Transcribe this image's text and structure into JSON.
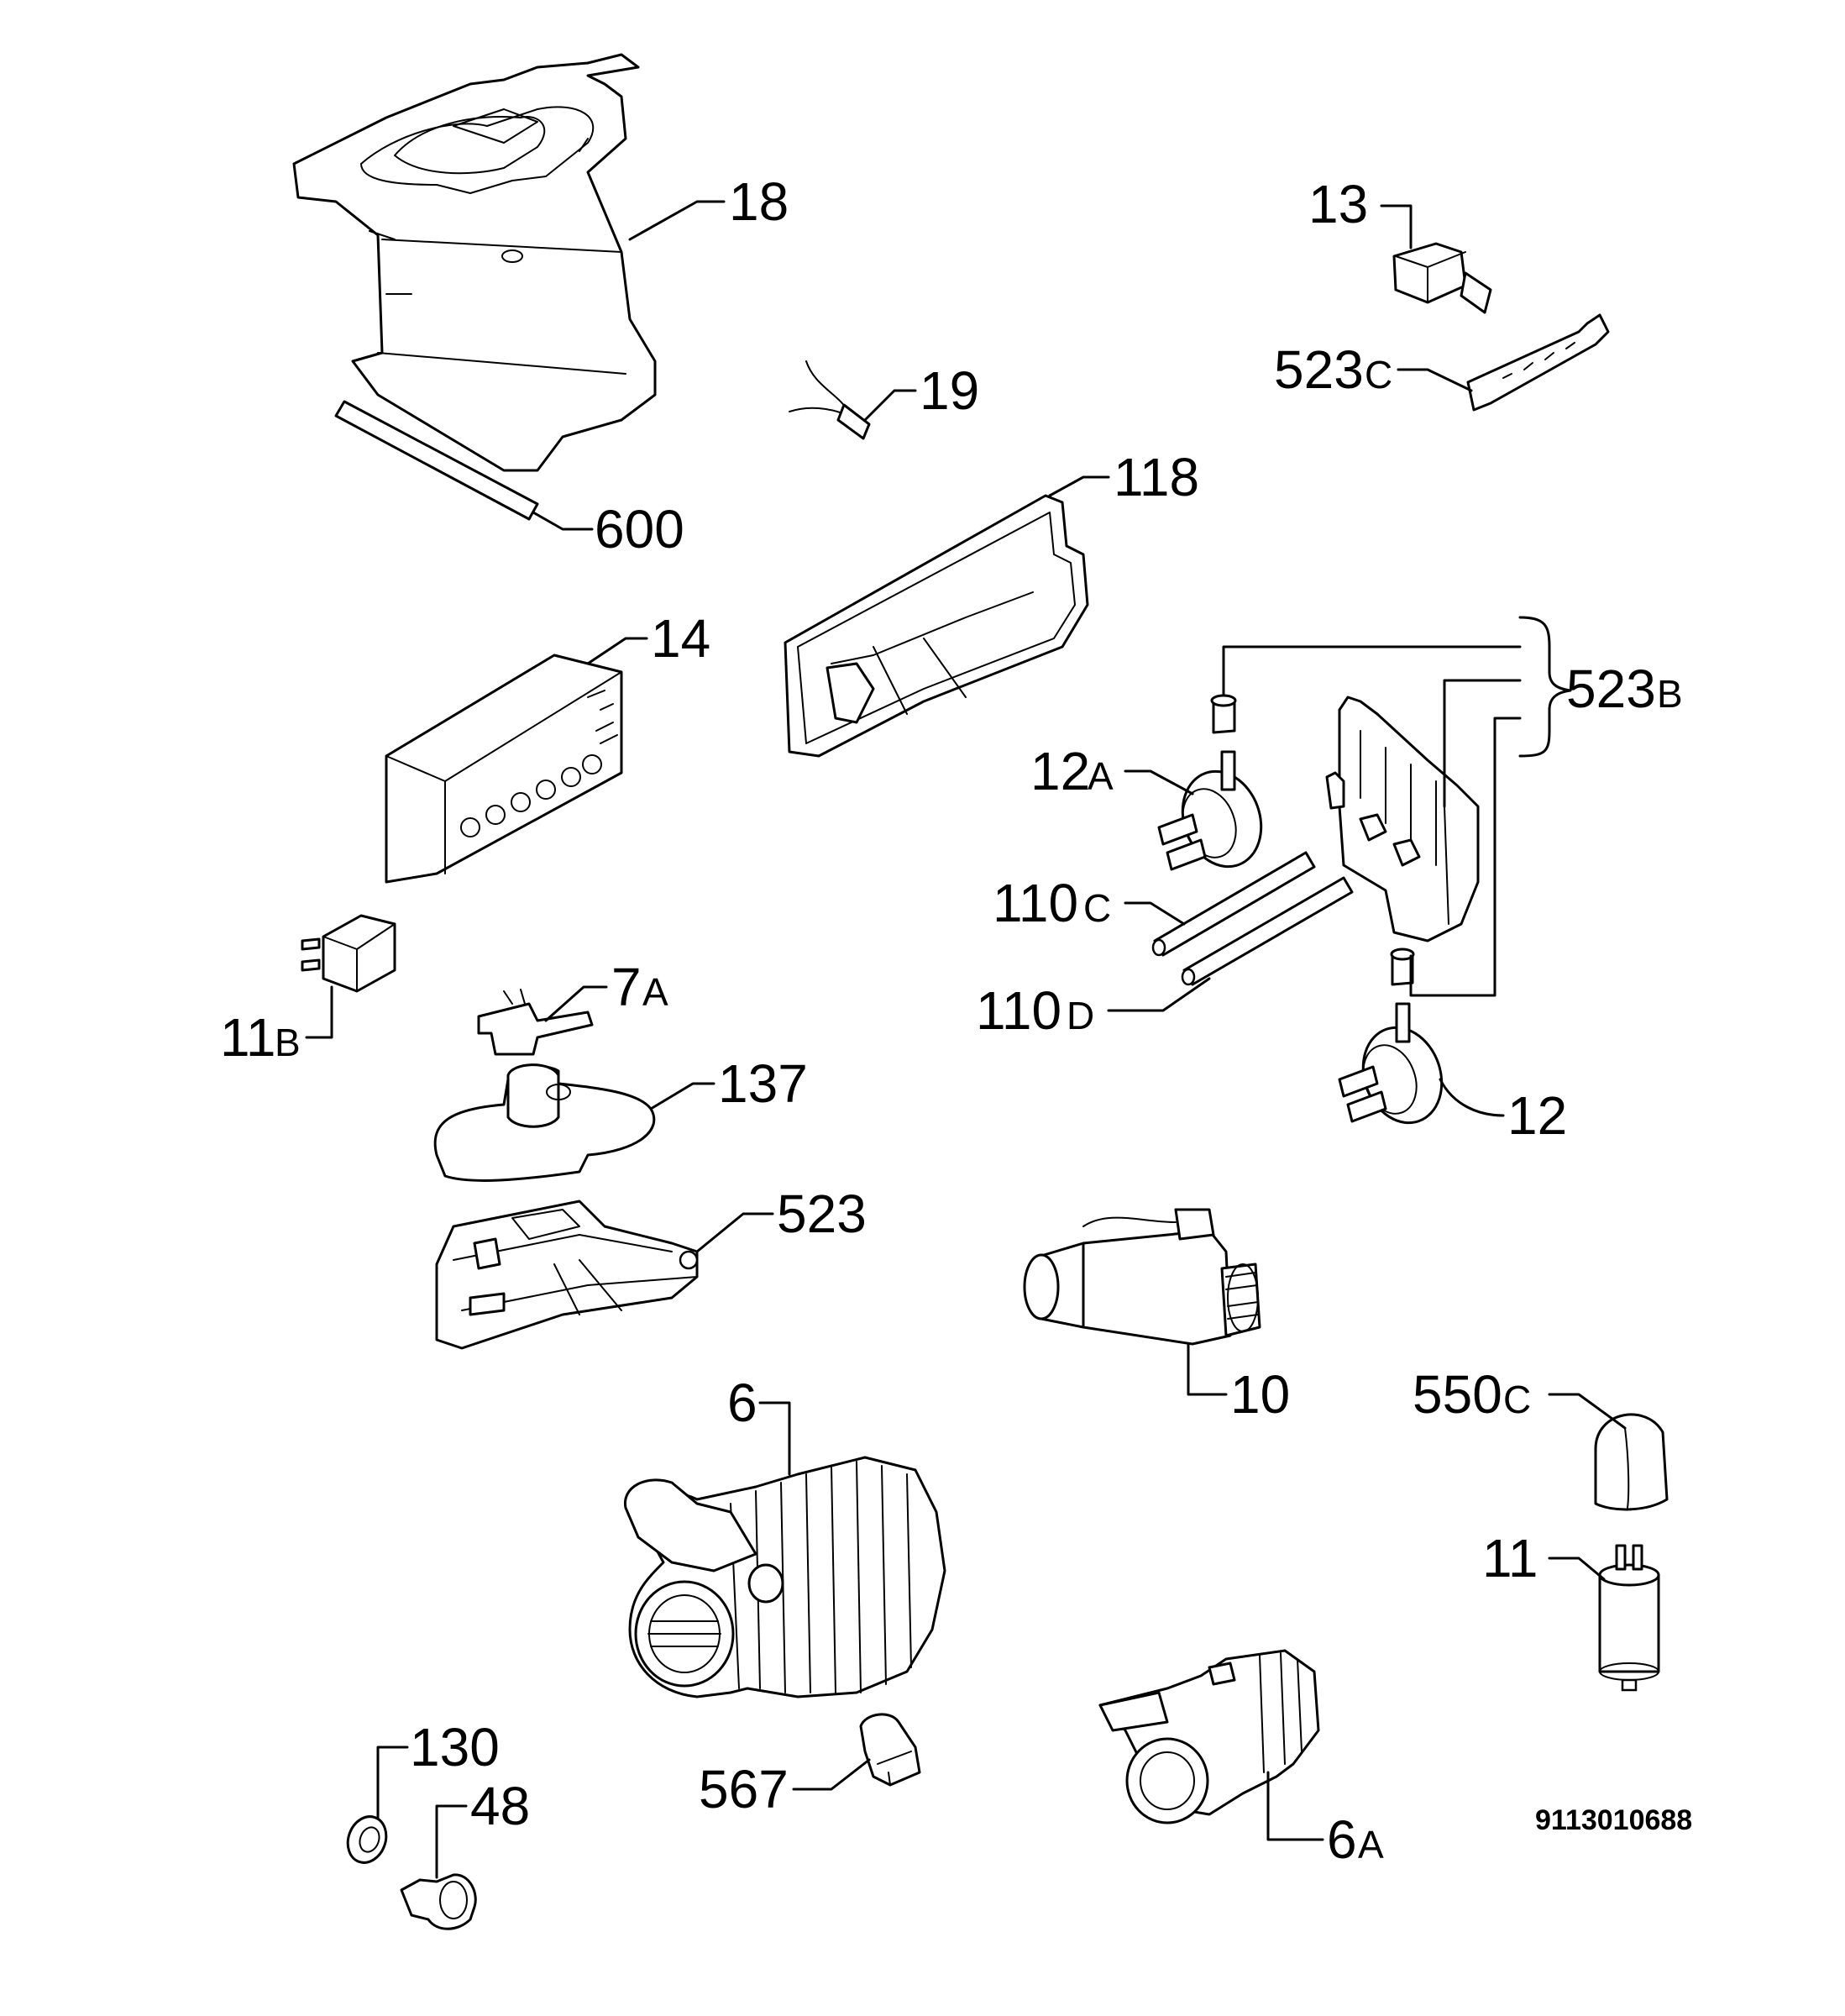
{
  "document_number": "9113010688",
  "callouts": {
    "p18": "18",
    "p600": "600",
    "p19": "19",
    "p13": "13",
    "p523c_main": "523",
    "p523c_sub": "C",
    "p118": "118",
    "p14": "14",
    "p523b_main": "523",
    "p523b_sub": "B",
    "p12a_main": "12",
    "p12a_sub": "A",
    "p110c_main": "110",
    "p110c_sub": "C",
    "p110d_main": "110",
    "p110d_sub": "D",
    "p11b_main": "11",
    "p11b_sub": "B",
    "p7a_main": "7",
    "p7a_sub": "A",
    "p12": "12",
    "p137": "137",
    "p523": "523",
    "p10": "10",
    "p6": "6",
    "p550c_main": "550",
    "p550c_sub": "C",
    "p11": "11",
    "p130": "130",
    "p48": "48",
    "p567": "567",
    "p6a_main": "6",
    "p6a_sub": "A"
  }
}
